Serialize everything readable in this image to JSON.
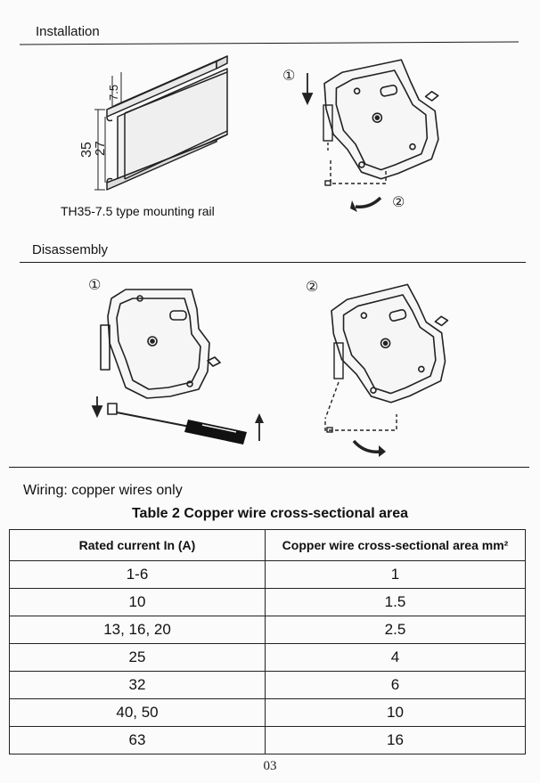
{
  "installation": {
    "title": "Installation",
    "rail_caption": "TH35-7.5 type mounting rail",
    "dim_7_5": "7.5",
    "dim_35": "35",
    "dim_27": "27",
    "step1": "①",
    "step2": "②"
  },
  "disassembly": {
    "title": "Disassembly",
    "step1": "①",
    "step2": "②"
  },
  "wiring": {
    "note": "Wiring: copper wires only",
    "table_title": "Table 2 Copper wire cross-sectional area",
    "headers": {
      "rated_current": "Rated current In (A)",
      "area": "Copper wire cross-sectional area mm²"
    },
    "rows": [
      {
        "current": "1-6",
        "area": "1"
      },
      {
        "current": "10",
        "area": "1.5"
      },
      {
        "current": "13, 16, 20",
        "area": "2.5"
      },
      {
        "current": "25",
        "area": "4"
      },
      {
        "current": "32",
        "area": "6"
      },
      {
        "current": "40, 50",
        "area": "10"
      },
      {
        "current": "63",
        "area": "16"
      }
    ]
  },
  "page_number": "03"
}
